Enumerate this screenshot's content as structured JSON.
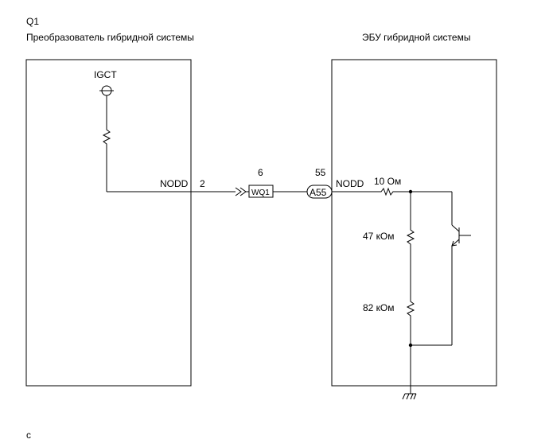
{
  "component_id": "Q1",
  "left_box_title": "Преобразователь гибридной системы",
  "right_box_title": "ЭБУ гибридной системы",
  "igct_label": "IGCT",
  "left_signal": {
    "name": "NODD",
    "pin": "2"
  },
  "junction_connector": {
    "pin": "6",
    "label": "WQ1"
  },
  "ecu_connector": {
    "pin": "55",
    "label": "A55"
  },
  "right_signal": {
    "name": "NODD"
  },
  "resistors": {
    "r1": "10 Ом",
    "r2": "47 кОм",
    "r3": "82 кОм"
  },
  "corner_mark": "c"
}
